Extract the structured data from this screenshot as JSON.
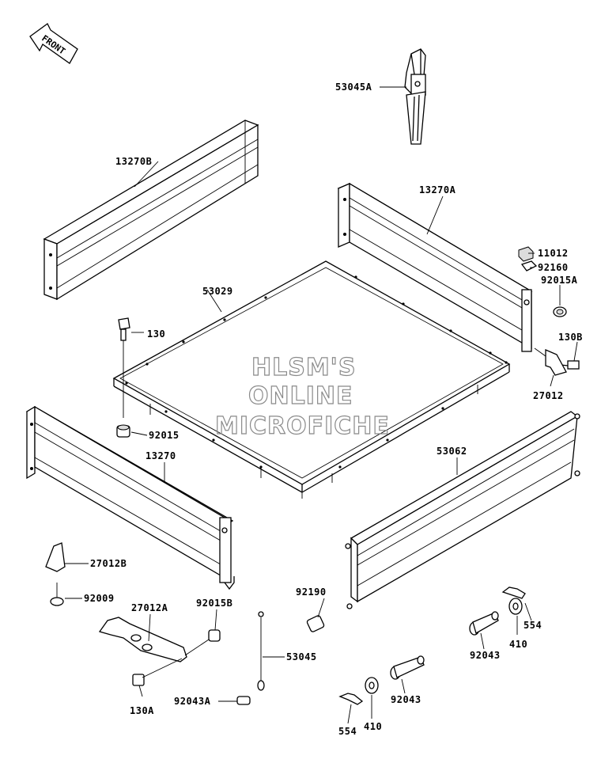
{
  "front_arrow": {
    "text": "FRONT"
  },
  "watermark": {
    "line1": "HLSM'S",
    "line2": "ONLINE",
    "line3": "MICROFICHE"
  },
  "labels": {
    "p53045A": "53045A",
    "p13270B": "13270B",
    "p13270A": "13270A",
    "p11012": "11012",
    "p92160": "92160",
    "p92015A": "92015A",
    "p53029": "53029",
    "p130": "130",
    "p130B": "130B",
    "p27012": "27012",
    "p92015": "92015",
    "p13270": "13270",
    "p53062": "53062",
    "p27012B": "27012B",
    "p92009": "92009",
    "p27012A": "27012A",
    "p92015B": "92015B",
    "p92190": "92190",
    "p554a": "554",
    "p410a": "410",
    "p92043a": "92043",
    "p53045": "53045",
    "p130A": "130A",
    "p92043A": "92043A",
    "p554b": "554",
    "p410b": "410",
    "p92043b": "92043"
  }
}
